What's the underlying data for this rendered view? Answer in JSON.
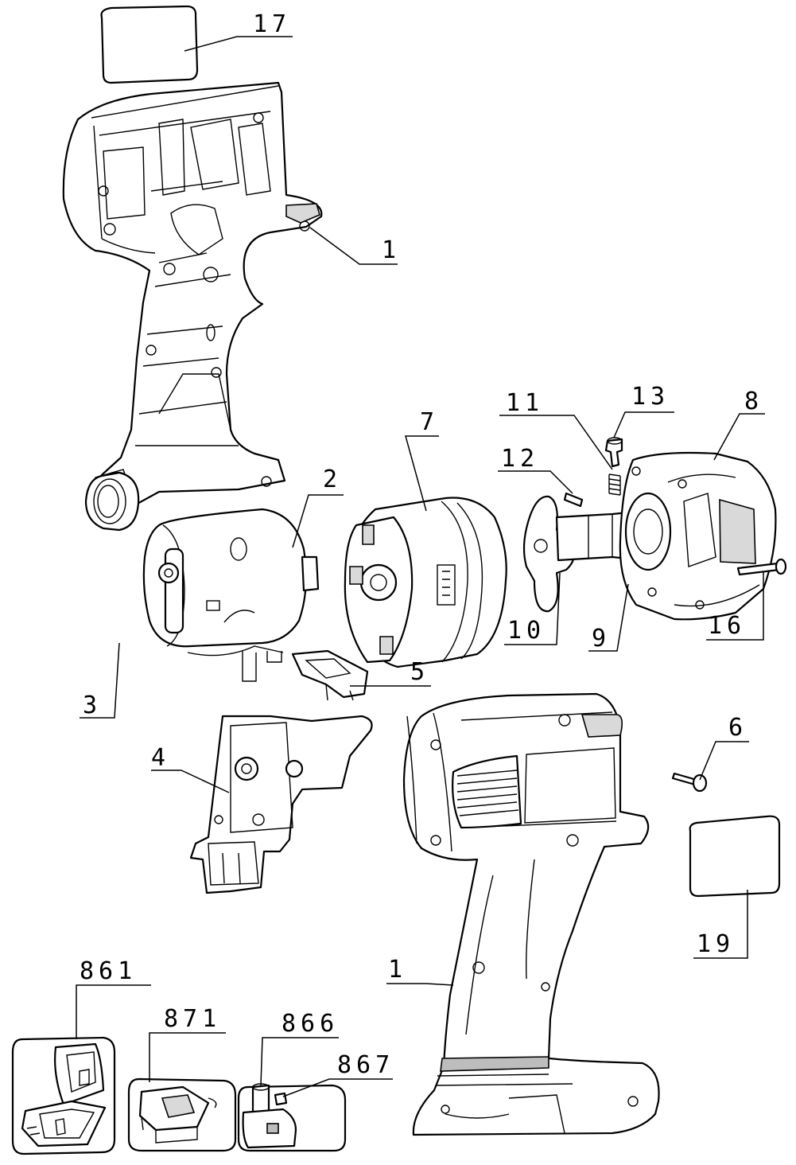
{
  "callouts": {
    "c17": "17",
    "c1_top": "1",
    "c2": "2",
    "c3": "3",
    "c4": "4",
    "c5": "5",
    "c6": "6",
    "c7": "7",
    "c8": "8",
    "c9": "9",
    "c10": "10",
    "c11": "11",
    "c12": "12",
    "c13": "13",
    "c16": "16",
    "c19": "19",
    "c1_bottom": "1",
    "c861": "861",
    "c871": "871",
    "c866": "866",
    "c867": "867"
  }
}
